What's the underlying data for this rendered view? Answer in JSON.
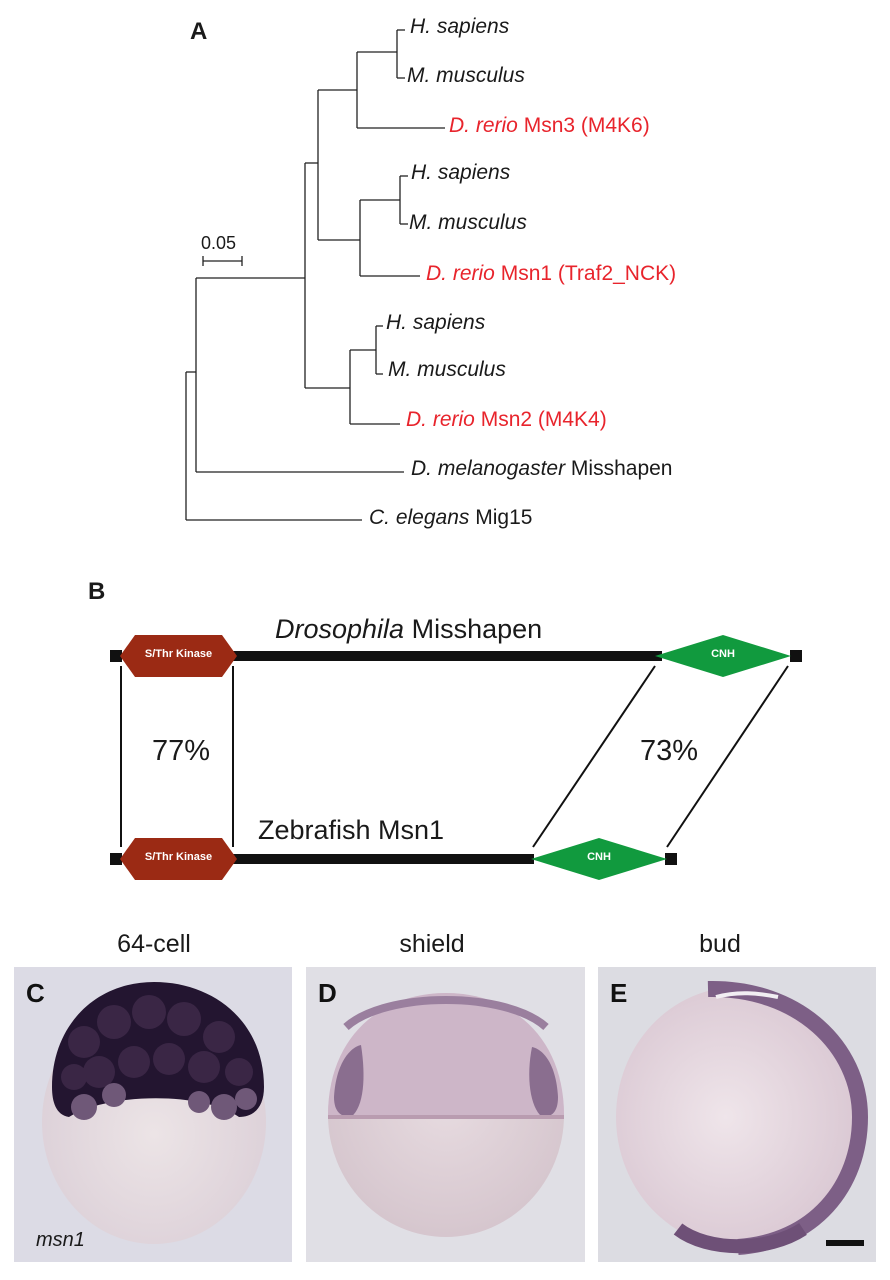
{
  "panels": {
    "a": "A",
    "b": "B",
    "c": "C",
    "d": "D",
    "e": "E"
  },
  "tree": {
    "scale_bar_label": "0.05",
    "leaves": [
      {
        "species": "H. sapiens",
        "gene": "",
        "highlight": false
      },
      {
        "species": "M. musculus",
        "gene": "",
        "highlight": false
      },
      {
        "species": "D. rerio",
        "gene": "Msn3 (M4K6)",
        "highlight": true
      },
      {
        "species": "H. sapiens",
        "gene": "",
        "highlight": false
      },
      {
        "species": "M. musculus",
        "gene": "",
        "highlight": false
      },
      {
        "species": "D. rerio",
        "gene": "Msn1 (Traf2_NCK)",
        "highlight": true
      },
      {
        "species": "H. sapiens",
        "gene": "",
        "highlight": false
      },
      {
        "species": "M. musculus",
        "gene": "",
        "highlight": false
      },
      {
        "species": "D. rerio",
        "gene": "Msn2 (M4K4)",
        "highlight": true
      },
      {
        "species": "D. melanogaster",
        "gene": "Misshapen",
        "highlight": false
      },
      {
        "species": "C. elegans",
        "gene": "Mig15",
        "highlight": false
      }
    ]
  },
  "domains": {
    "top_protein_species": "Drosophila",
    "top_protein_name": "Misshapen",
    "bottom_protein": "Zebrafish Msn1",
    "kinase_label": "S/Thr Kinase",
    "cnh_label": "CNH",
    "kinase_identity": "77%",
    "cnh_identity": "73%",
    "colors": {
      "kinase": "#9b2a14",
      "cnh": "#119a3e",
      "line": "#111111"
    }
  },
  "photos": {
    "stages": [
      "64-cell",
      "shield",
      "bud"
    ],
    "gene_label": "msn1"
  }
}
